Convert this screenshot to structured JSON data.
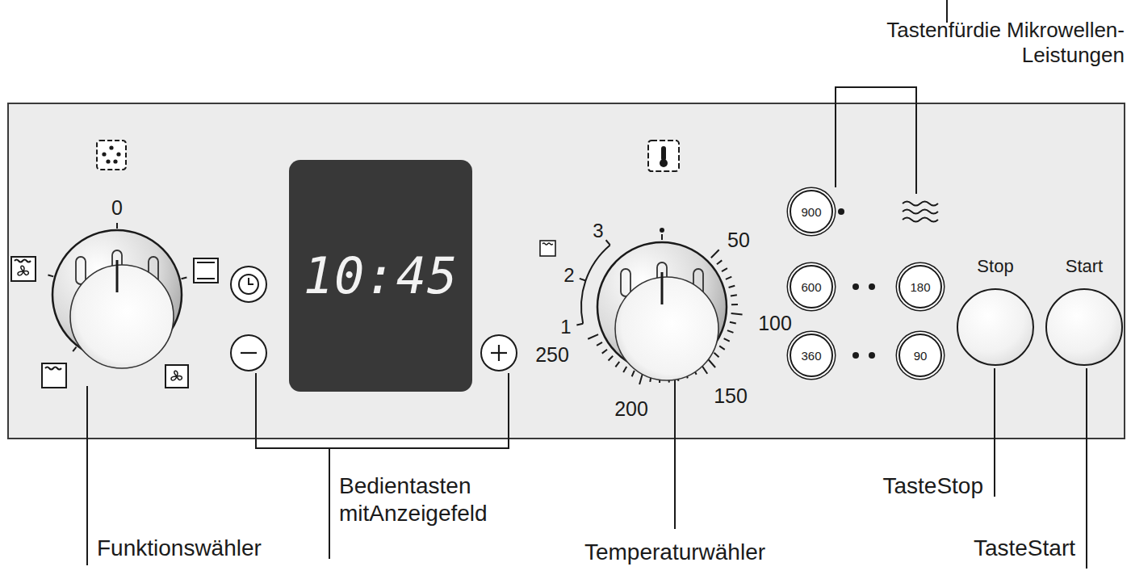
{
  "diagram": {
    "nodes": [
      {
        "text": [
          "10:45"
        ]
      },
      {
        "text": [
          "900"
        ]
      },
      {
        "text": [
          "600"
        ]
      },
      {
        "text": [
          "180"
        ]
      },
      {
        "text": [
          "360"
        ]
      },
      {
        "text": [
          "90"
        ]
      },
      {
        "text": [
          "Stop"
        ]
      },
      {
        "text": [
          "Start"
        ]
      }
    ],
    "labels": [
      "Tastenfürdie Mikrowellen-Leistungen",
      "0",
      "3",
      "50",
      "2",
      "1",
      "100",
      "250",
      "150",
      "200",
      "Bedientasten mitAnzeigefeld",
      "Funktionswähler",
      "Temperaturwähler",
      "TasteStop",
      "TasteStart"
    ]
  }
}
